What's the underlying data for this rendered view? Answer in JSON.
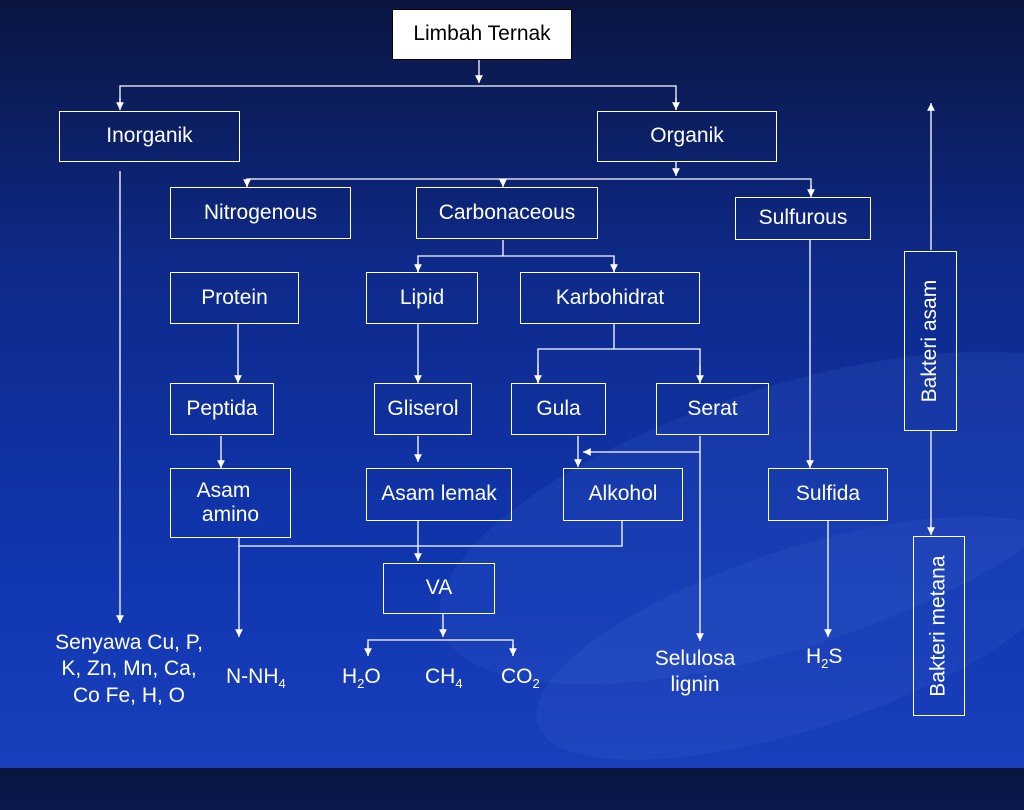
{
  "boxes": {
    "limbah": "Limbah Ternak",
    "inorganik": "Inorganik",
    "organik": "Organik",
    "nitrogenous": "Nitrogenous",
    "carbonaceous": "Carbonaceous",
    "sulfurous": "Sulfurous",
    "protein": "Protein",
    "lipid": "Lipid",
    "karbohidrat": "Karbohidrat",
    "peptida": "Peptida",
    "gliserol": "Gliserol",
    "gula": "Gula",
    "serat": "Serat",
    "asam_amino_1": "Asam",
    "asam_amino_2": "amino",
    "asam_lemak": "Asam lemak",
    "alkohol": "Alkohol",
    "sulfida": "Sulfida",
    "va": "VA",
    "bakteri_asam": "Bakteri asam",
    "bakteri_metana": "Bakteri metana"
  },
  "products": {
    "senyawa_1": "Senyawa Cu, P,",
    "senyawa_2": "K, Zn, Mn, Ca,",
    "senyawa_3": "Co Fe, H, O",
    "nnh4_main": "N-NH",
    "nnh4_sub": "4",
    "h2o_a": "H",
    "h2o_sub": "2",
    "h2o_b": "O",
    "ch4_main": "CH",
    "ch4_sub": "4",
    "co2_main": "CO",
    "co2_sub": "2",
    "selulosa": "Selulosa",
    "lignin": "lignin",
    "h2s_a": "H",
    "h2s_sub": "2",
    "h2s_b": "S"
  },
  "colors": {
    "background": "#1036b0",
    "line": "#ffffff",
    "highlight_box": "#ffffff"
  }
}
